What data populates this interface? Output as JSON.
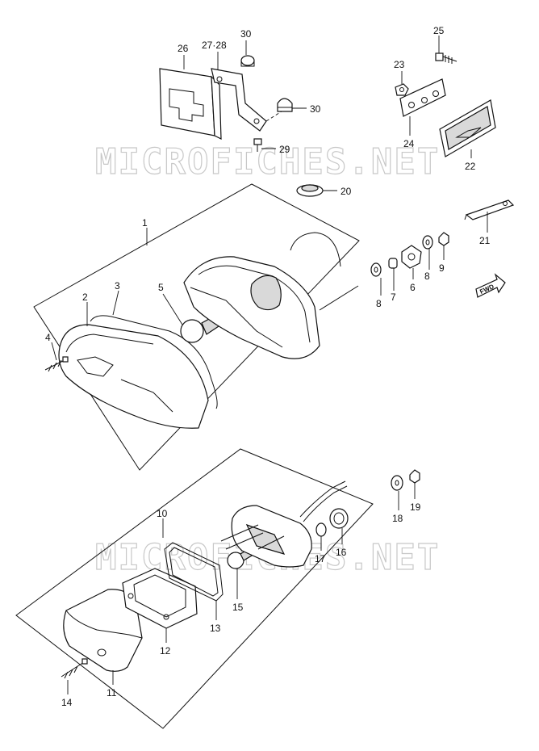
{
  "watermark": "MICROFICHES.NET",
  "direction_badge": "FWD",
  "callouts": {
    "p1": "1",
    "p2": "2",
    "p3": "3",
    "p4": "4",
    "p5": "5",
    "p6": "6",
    "p7": "7",
    "p8a": "8",
    "p8b": "8",
    "p9": "9",
    "p10": "10",
    "p11": "11",
    "p12": "12",
    "p13": "13",
    "p14": "14",
    "p15": "15",
    "p16": "16",
    "p17": "17",
    "p18": "18",
    "p19": "19",
    "p20": "20",
    "p21": "21",
    "p22": "22",
    "p23": "23",
    "p24": "24",
    "p25": "25",
    "p26": "26",
    "p2728": "27·28",
    "p29": "29",
    "p30a": "30",
    "p30b": "30"
  },
  "colors": {
    "ink": "#111111",
    "watermark": "#c8c8c8",
    "shade": "#d9d9d9"
  }
}
